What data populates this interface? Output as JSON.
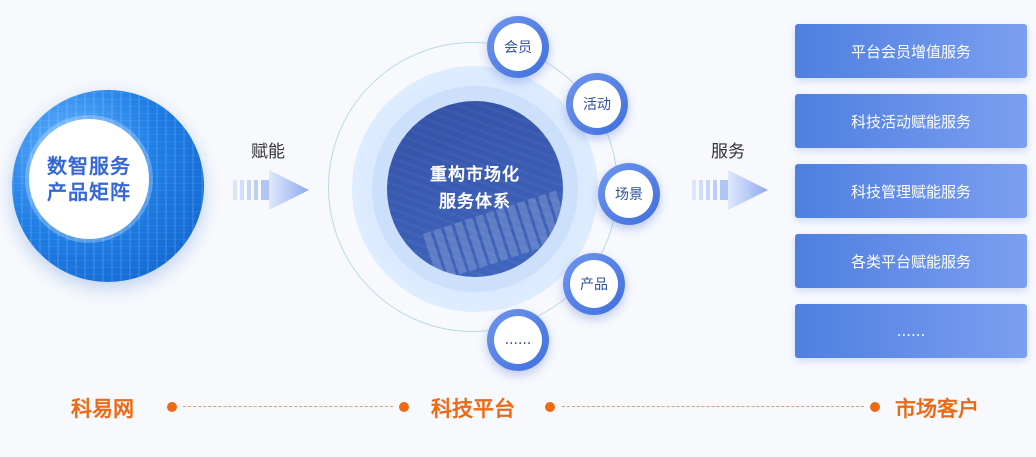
{
  "left": {
    "line1": "数智服务",
    "line2": "产品矩阵"
  },
  "arrow1": {
    "label": "赋能"
  },
  "center": {
    "line1": "重构市场化",
    "line2": "服务体系",
    "nodes": [
      "会员",
      "活动",
      "场景",
      "产品",
      "......"
    ]
  },
  "arrow2": {
    "label": "服务"
  },
  "services": [
    "平台会员增值服务",
    "科技活动赋能服务",
    "科技管理赋能服务",
    "各类平台赋能服务",
    "......"
  ],
  "footer": {
    "left": "科易网",
    "mid": "科技平台",
    "right": "市场客户"
  },
  "colors": {
    "accent": "#ec6a16",
    "primary": "#3f6fde",
    "service_box": "#5b88e6"
  }
}
